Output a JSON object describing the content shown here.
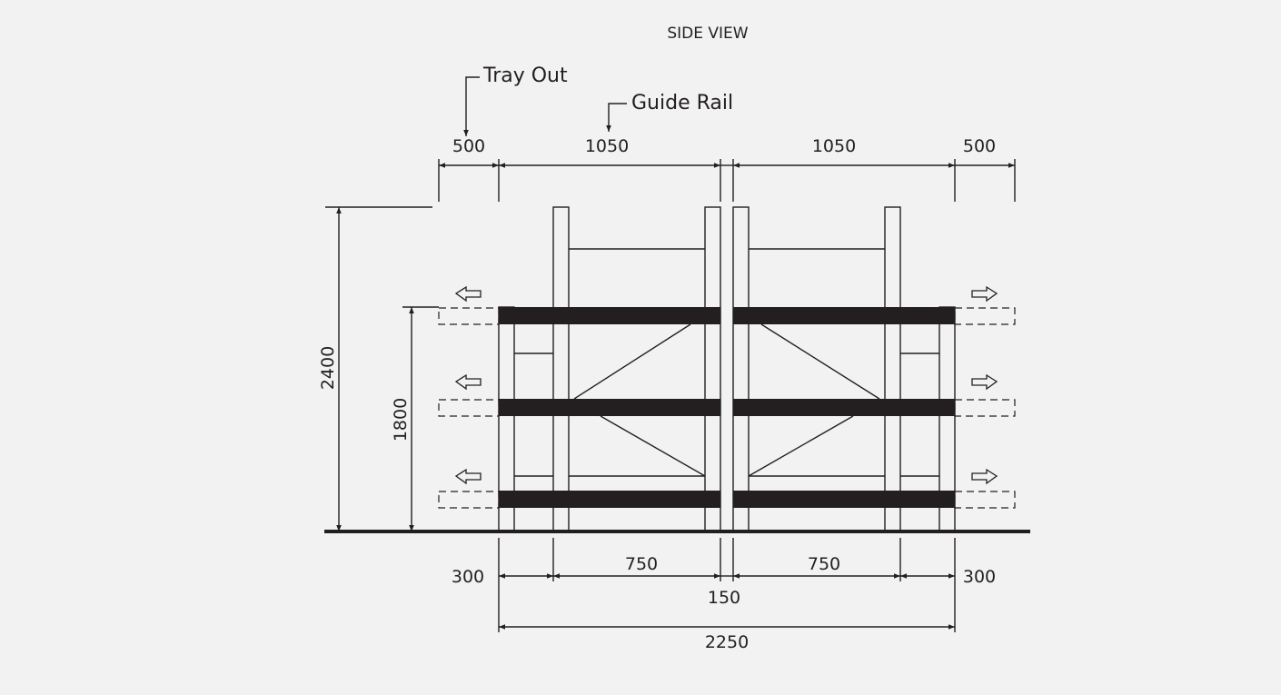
{
  "title": "SIDE VIEW",
  "callouts": {
    "tray_out": "Tray Out",
    "guide_rail": "Guide Rail"
  },
  "top_dims": [
    "500",
    "1050",
    "1050",
    "500"
  ],
  "vertical_dims": {
    "overall_height": "2400",
    "top_shelf_height": "1800"
  },
  "bottom_dims": {
    "left_end": "300",
    "left_bay": "750",
    "gap": "150",
    "right_bay": "750",
    "right_end": "300",
    "overall_width": "2250"
  },
  "colors": {
    "background": "#f2f2f2",
    "ink": "#231f20"
  }
}
